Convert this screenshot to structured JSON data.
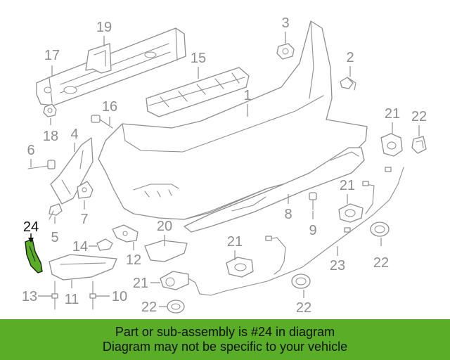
{
  "callouts": [
    "1",
    "2",
    "3",
    "4",
    "5",
    "6",
    "7",
    "8",
    "9",
    "10",
    "11",
    "12",
    "13",
    "14",
    "15",
    "16",
    "17",
    "18",
    "19",
    "20",
    "21",
    "22",
    "23",
    "24"
  ],
  "highlight": {
    "part": "24",
    "color": "#5aad27"
  },
  "banner": {
    "line1": "Part or sub-assembly is #24 in diagram",
    "line2": "Diagram may not be specific to your vehicle",
    "color": "#5aad27"
  }
}
